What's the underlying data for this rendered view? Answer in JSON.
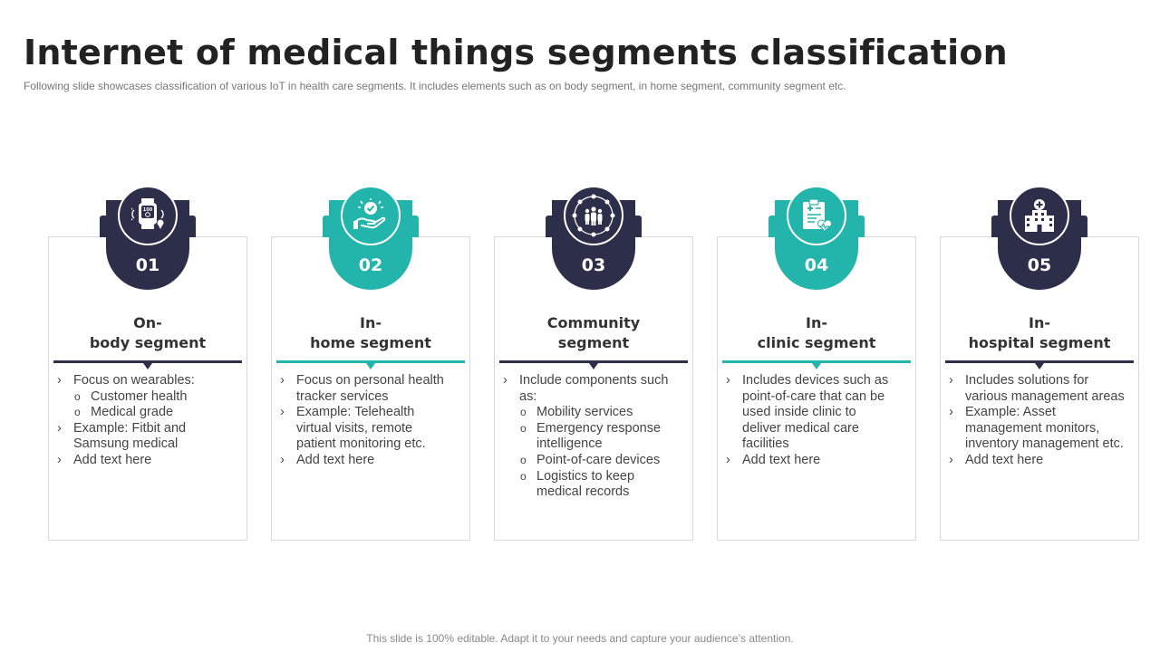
{
  "title": "Internet of medical things segments classification",
  "subtitle": "Following slide showcases classification of various IoT in health care segments. It includes elements such as on body segment, in home segment, community segment etc.",
  "footer": "This slide is 100% editable. Adapt it to your needs and capture your audience’s attention.",
  "colors": {
    "navy": "#2d2e4a",
    "teal": "#23b5ab"
  },
  "segments": [
    {
      "number": "01",
      "heading": "On-\nbody segment",
      "theme": "navy",
      "icon": "wearable-device-icon",
      "items": [
        {
          "level": 1,
          "text": "Focus on wearables:"
        },
        {
          "level": 2,
          "text": "Customer health"
        },
        {
          "level": 2,
          "text": "Medical grade"
        },
        {
          "level": 1,
          "text": "Example: Fitbit and Samsung medical"
        },
        {
          "level": 1,
          "text": "Add text here"
        }
      ]
    },
    {
      "number": "02",
      "heading": "In-\nhome segment",
      "theme": "teal",
      "icon": "health-care-hand-icon",
      "items": [
        {
          "level": 1,
          "text": "Focus on personal health tracker services"
        },
        {
          "level": 1,
          "text": "Example: Telehealth virtual visits, remote patient monitoring etc."
        },
        {
          "level": 1,
          "text": "Add text here"
        }
      ]
    },
    {
      "number": "03",
      "heading": "Community\nsegment",
      "theme": "navy",
      "icon": "community-group-icon",
      "items": [
        {
          "level": 1,
          "text": "Include components such as:"
        },
        {
          "level": 2,
          "text": "Mobility services"
        },
        {
          "level": 2,
          "text": "Emergency response intelligence"
        },
        {
          "level": 2,
          "text": "Point-of-care devices"
        },
        {
          "level": 2,
          "text": "Logistics to keep medical records"
        }
      ]
    },
    {
      "number": "04",
      "heading": "In-\nclinic segment",
      "theme": "teal",
      "icon": "medical-clipboard-icon",
      "items": [
        {
          "level": 1,
          "text": "Includes devices such as point-of-care that can be used inside clinic to deliver medical care facilities"
        },
        {
          "level": 1,
          "text": "Add text here"
        }
      ]
    },
    {
      "number": "05",
      "heading": "In-\nhospital segment",
      "theme": "navy",
      "icon": "hospital-building-icon",
      "items": [
        {
          "level": 1,
          "text": "Includes solutions for various management areas"
        },
        {
          "level": 1,
          "text": "Example: Asset management monitors, inventory management etc."
        },
        {
          "level": 1,
          "text": "Add text here"
        }
      ]
    }
  ]
}
